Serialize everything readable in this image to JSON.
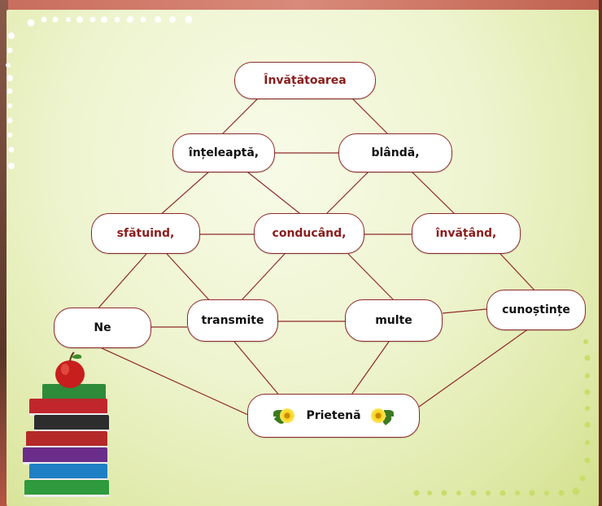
{
  "nodes": {
    "invatatoarea": "Învățătoarea",
    "inteleapta": "înțeleaptă,",
    "blanda": "blândă,",
    "sfatuind": "sfătuind,",
    "conducand": "conducând,",
    "invatand": "învățând,",
    "ne": "Ne",
    "transmite": "transmite",
    "multe": "multe",
    "cunostinte": "cunoștințe",
    "prietena": "Prietenă"
  },
  "colors": {
    "accent_text": "#8b1c1c",
    "connector": "#8f2a2a",
    "dots": "#ffffff",
    "dots_green": "#c9dd6a"
  },
  "icons": [
    "apple-icon",
    "books-icon",
    "flower-icon"
  ]
}
